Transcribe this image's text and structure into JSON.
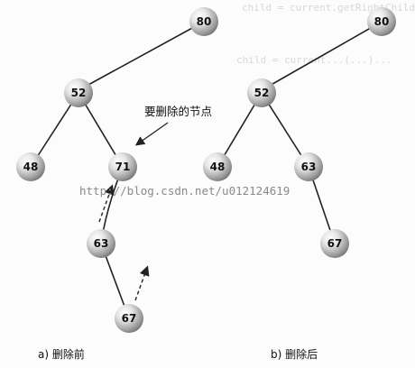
{
  "colors": {
    "node_fill_light": "#f2f2f2",
    "node_fill_dark": "#7c7c7c",
    "edge": "#222222",
    "watermark": "#8a8a8a"
  },
  "before": {
    "caption": "a) 删除前",
    "annotation": "要删除的节点",
    "nodes": {
      "n80": "80",
      "n52": "52",
      "n48": "48",
      "n71": "71",
      "n63": "63",
      "n67": "67"
    }
  },
  "after": {
    "caption": "b) 删除后",
    "nodes": {
      "n80": "80",
      "n52": "52",
      "n48": "48",
      "n63": "63",
      "n67": "67"
    }
  },
  "watermark": "http://blog.csdn.net/u012124619",
  "background_text": {
    "code_line1": "child = current.getRightChild...",
    "code_line2": "child = current...(...)..."
  }
}
